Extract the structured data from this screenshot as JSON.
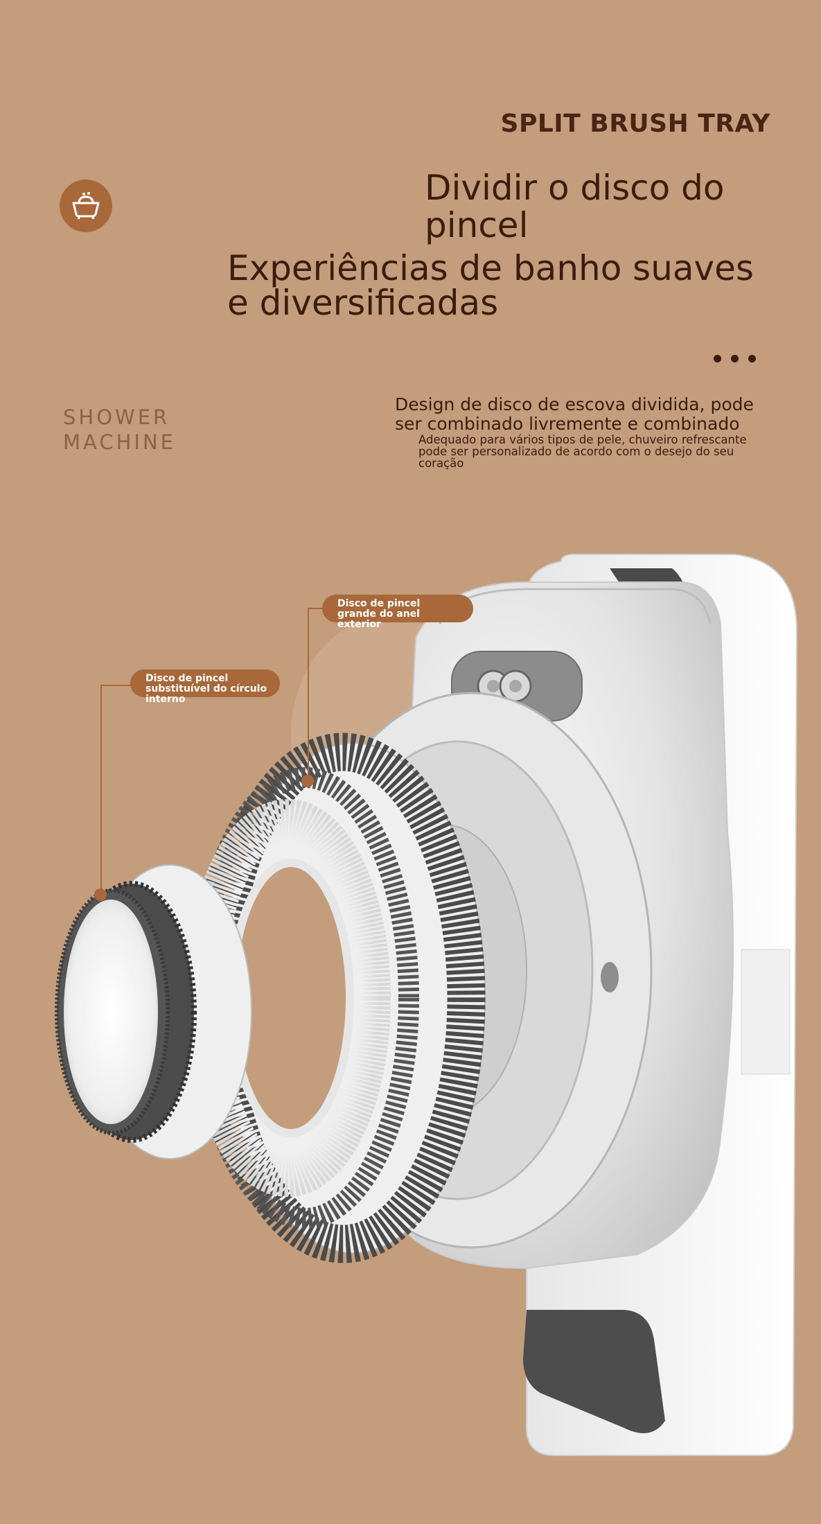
{
  "header": {
    "tag_en": "SPLIT BRUSH TRAY",
    "title": "Dividir o disco do pincel",
    "subtitle": "Experiências de banho suaves e diversificadas"
  },
  "side_label": {
    "line1": "SHOWER",
    "line2": "MACHINE"
  },
  "description": {
    "headline": "Design de disco de escova dividida, pode ser combinado livremente e combinado",
    "detail": "Adequado para vários tipos de pele, chuveiro refrescante pode ser personalizado de acordo com o desejo do seu coração"
  },
  "callouts": {
    "outer_ring": "Disco de pincel grande do anel exterior",
    "inner_circle": "Disco de pincel substituível do círculo interno"
  },
  "icons": {
    "badge": "bathtub-icon",
    "dots": "ellipsis-icon"
  },
  "colors": {
    "background": "#c39d7c",
    "accent": "#a8683a",
    "text_dark": "#3a1d0e"
  }
}
